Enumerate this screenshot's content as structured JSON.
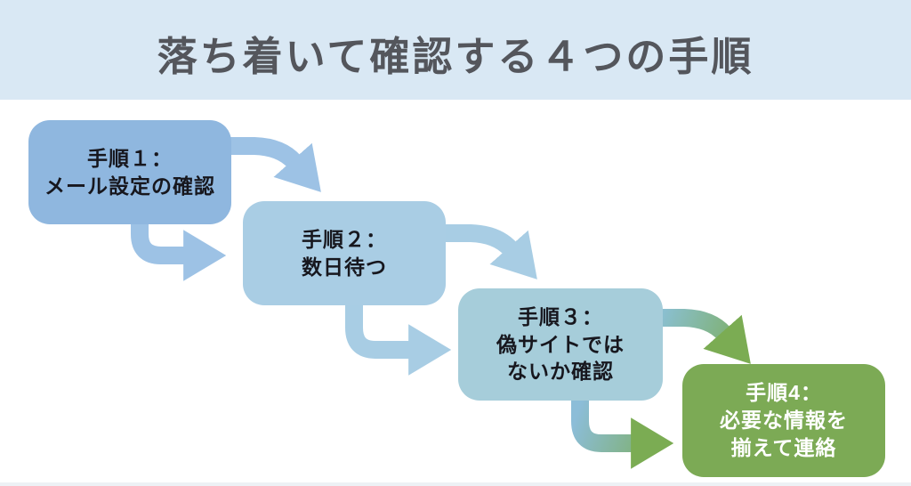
{
  "title": "落ち着いて確認する４つの手順",
  "steps": [
    {
      "lines": [
        "手順１：",
        "メール設定の確認"
      ]
    },
    {
      "lines": [
        "手順２：",
        "数日待つ"
      ]
    },
    {
      "lines": [
        "手順３：",
        "偽サイトでは",
        "ないか確認"
      ]
    },
    {
      "lines": [
        "手順4：",
        "必要な情報を",
        "揃えて連絡"
      ]
    }
  ],
  "colors": {
    "banner_bg": "#d9e8f4",
    "title_text": "#54565c",
    "step1_bg": "#8fb7df",
    "step2_bg": "#a9cde4",
    "step3_bg": "#a6cdda",
    "step4_bg": "#7caa55",
    "step4_text": "#ffffff",
    "step_text": "#17171e",
    "arrow_blue1": "#9dc2e5",
    "arrow_blue2": "#a8cde4",
    "arrow_teal": "#8abfcf",
    "arrow_green": "#7bac53"
  }
}
